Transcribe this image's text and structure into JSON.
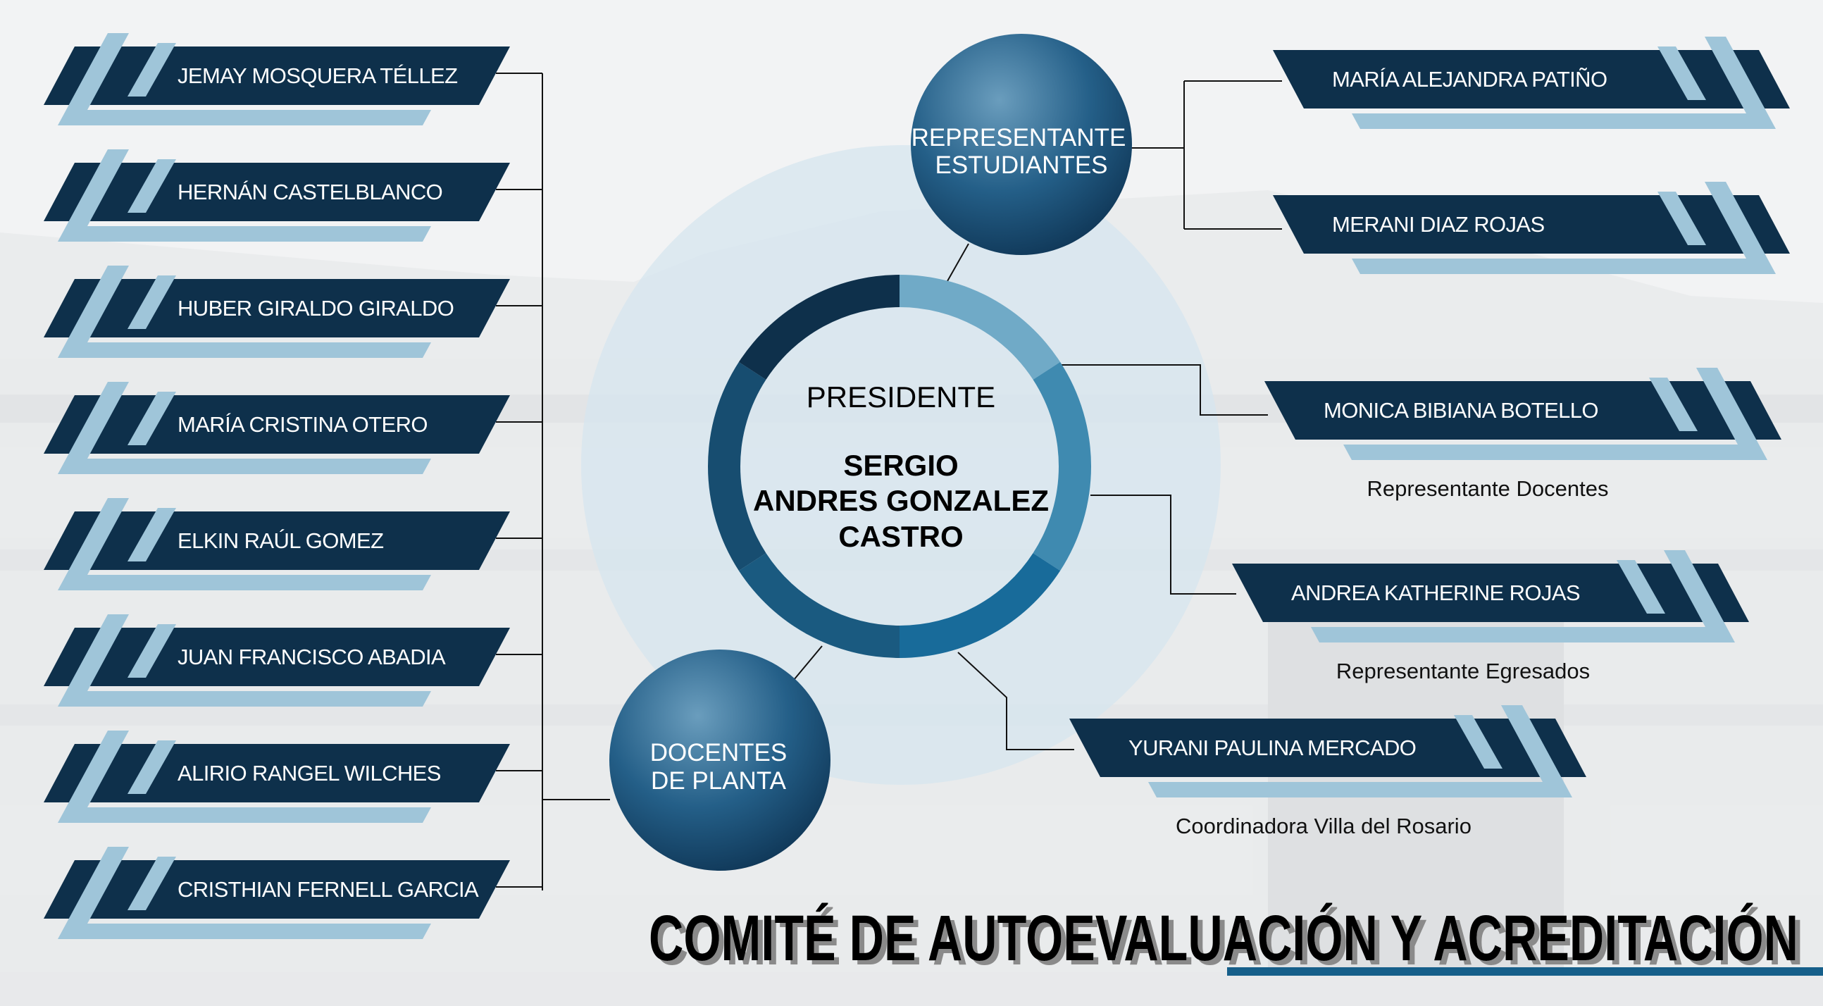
{
  "title": "COMITÉ DE AUTOEVALUACIÓN Y ACREDITACIÓN",
  "president": {
    "role": "PRESIDENTE",
    "name_lines": [
      "SERGIO",
      "ANDRES GONZALEZ",
      "CASTRO"
    ]
  },
  "groups": {
    "students": {
      "label_lines": [
        "REPRESENTANTE",
        "ESTUDIANTES"
      ]
    },
    "faculty": {
      "label_lines": [
        "DOCENTES",
        "DE PLANTA"
      ]
    }
  },
  "faculty_members": [
    "JEMAY MOSQUERA TÉLLEZ",
    "HERNÁN CASTELBLANCO",
    "HUBER GIRALDO GIRALDO",
    "MARÍA CRISTINA OTERO",
    "ELKIN RAÚL GOMEZ",
    "JUAN FRANCISCO ABADIA",
    "ALIRIO RANGEL WILCHES",
    "CRISTHIAN FERNELL GARCIA"
  ],
  "student_reps": [
    "MARÍA ALEJANDRA PATIÑO",
    "MERANI DIAZ ROJAS"
  ],
  "other_members": [
    {
      "name": "MONICA BIBIANA BOTELLO",
      "role": "Representante Docentes"
    },
    {
      "name": "ANDREA KATHERINE ROJAS",
      "role": "Representante Egresados"
    },
    {
      "name": "YURANI PAULINA MERCADO",
      "role": "Coordinadora Villa del Rosario"
    }
  ],
  "colors": {
    "banner_dark": "#0e304b",
    "banner_light": "#9fc5d9",
    "accent_bar": "#165f8a",
    "ring": [
      "#70aac7",
      "#3f8ab0",
      "#186b9a",
      "#1a5a80",
      "#174d70",
      "#0e304b"
    ]
  }
}
